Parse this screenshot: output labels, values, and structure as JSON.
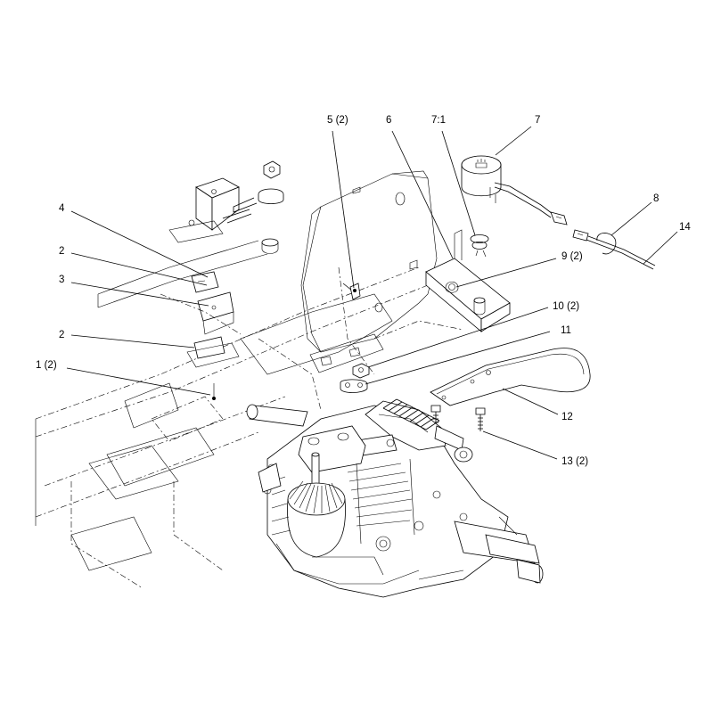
{
  "callouts": [
    {
      "id": "c5",
      "text": "5 (2)"
    },
    {
      "id": "c6",
      "text": "6"
    },
    {
      "id": "c7-1",
      "text": "7:1"
    },
    {
      "id": "c7",
      "text": "7"
    },
    {
      "id": "c8",
      "text": "8"
    },
    {
      "id": "c14",
      "text": "14"
    },
    {
      "id": "c9",
      "text": "9 (2)"
    },
    {
      "id": "c4",
      "text": "4"
    },
    {
      "id": "c2a",
      "text": "2"
    },
    {
      "id": "c3",
      "text": "3"
    },
    {
      "id": "c2b",
      "text": "2"
    },
    {
      "id": "c1",
      "text": "1 (2)"
    },
    {
      "id": "c10",
      "text": "10 (2)"
    },
    {
      "id": "c11",
      "text": "11"
    },
    {
      "id": "c12",
      "text": "12"
    },
    {
      "id": "c13",
      "text": "13 (2)"
    }
  ]
}
